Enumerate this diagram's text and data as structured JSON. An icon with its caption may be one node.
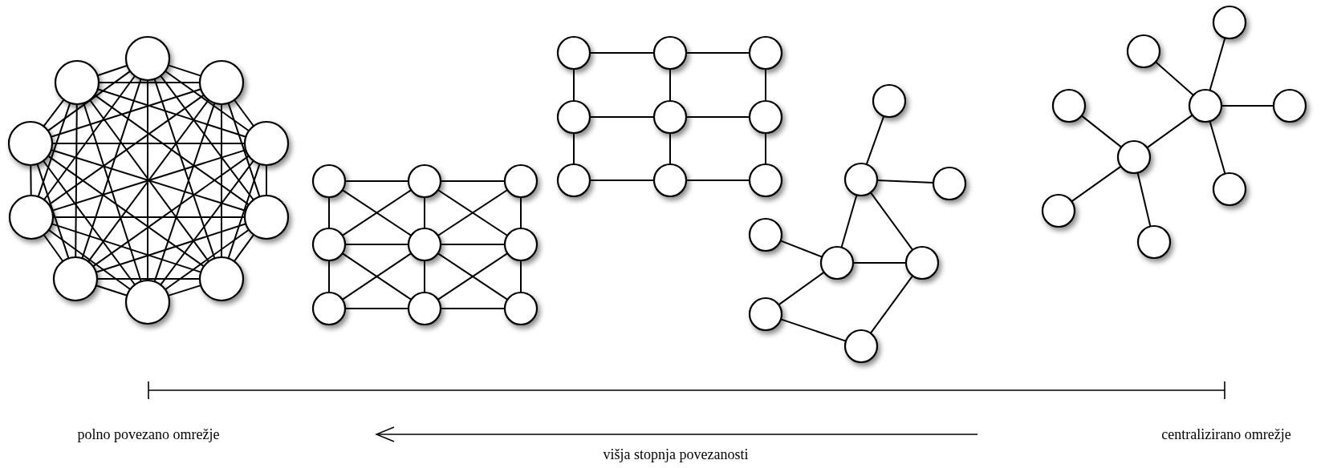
{
  "diagram": {
    "nodes": [
      {
        "text": [],
        "shape": "circle"
      },
      {
        "text": [],
        "shape": "circle"
      },
      {
        "text": [],
        "shape": "circle"
      },
      {
        "text": [],
        "shape": "circle"
      },
      {
        "text": [],
        "shape": "circle"
      },
      {
        "text": [],
        "shape": "circle"
      },
      {
        "text": [],
        "shape": "circle"
      },
      {
        "text": [],
        "shape": "circle"
      },
      {
        "text": [],
        "shape": "circle"
      },
      {
        "text": [],
        "shape": "circle"
      },
      {
        "text": [],
        "shape": "circle"
      },
      {
        "text": [],
        "shape": "circle"
      },
      {
        "text": [],
        "shape": "circle"
      },
      {
        "text": [],
        "shape": "circle"
      },
      {
        "text": [],
        "shape": "circle"
      },
      {
        "text": [],
        "shape": "circle"
      },
      {
        "text": [],
        "shape": "circle"
      },
      {
        "text": [],
        "shape": "circle"
      },
      {
        "text": [],
        "shape": "circle"
      },
      {
        "text": [],
        "shape": "circle"
      },
      {
        "text": [],
        "shape": "circle"
      },
      {
        "text": [],
        "shape": "circle"
      },
      {
        "text": [],
        "shape": "circle"
      },
      {
        "text": [],
        "shape": "circle"
      },
      {
        "text": [],
        "shape": "circle"
      },
      {
        "text": [],
        "shape": "circle"
      },
      {
        "text": [],
        "shape": "circle"
      },
      {
        "text": [],
        "shape": "circle"
      },
      {
        "text": [],
        "shape": "circle"
      },
      {
        "text": [],
        "shape": "circle"
      },
      {
        "text": [],
        "shape": "circle"
      },
      {
        "text": [],
        "shape": "circle"
      },
      {
        "text": [],
        "shape": "circle"
      },
      {
        "text": [],
        "shape": "circle"
      },
      {
        "text": [],
        "shape": "circle"
      },
      {
        "text": [],
        "shape": "circle"
      },
      {
        "text": [],
        "shape": "circle"
      },
      {
        "text": [],
        "shape": "circle"
      },
      {
        "text": [],
        "shape": "circle"
      },
      {
        "text": [],
        "shape": "circle"
      },
      {
        "text": [],
        "shape": "circle"
      },
      {
        "text": [],
        "shape": "circle"
      },
      {
        "text": [],
        "shape": "circle"
      },
      {
        "text": [],
        "shape": "circle"
      },
      {
        "text": [],
        "shape": "circle"
      }
    ],
    "edges": [
      {
        "from": 0,
        "to": 1,
        "arrow": "none"
      },
      {
        "from": 0,
        "to": 2,
        "arrow": "none"
      },
      {
        "from": 0,
        "to": 3,
        "arrow": "none"
      },
      {
        "from": 0,
        "to": 4,
        "arrow": "none"
      },
      {
        "from": 0,
        "to": 5,
        "arrow": "none"
      },
      {
        "from": 0,
        "to": 6,
        "arrow": "none"
      },
      {
        "from": 0,
        "to": 7,
        "arrow": "none"
      },
      {
        "from": 0,
        "to": 8,
        "arrow": "none"
      },
      {
        "from": 0,
        "to": 9,
        "arrow": "none"
      },
      {
        "from": 1,
        "to": 2,
        "arrow": "none"
      },
      {
        "from": 1,
        "to": 3,
        "arrow": "none"
      },
      {
        "from": 1,
        "to": 4,
        "arrow": "none"
      },
      {
        "from": 1,
        "to": 5,
        "arrow": "none"
      },
      {
        "from": 1,
        "to": 6,
        "arrow": "none"
      },
      {
        "from": 1,
        "to": 7,
        "arrow": "none"
      },
      {
        "from": 1,
        "to": 8,
        "arrow": "none"
      },
      {
        "from": 1,
        "to": 9,
        "arrow": "none"
      },
      {
        "from": 2,
        "to": 3,
        "arrow": "none"
      },
      {
        "from": 2,
        "to": 4,
        "arrow": "none"
      },
      {
        "from": 2,
        "to": 5,
        "arrow": "none"
      },
      {
        "from": 2,
        "to": 6,
        "arrow": "none"
      },
      {
        "from": 2,
        "to": 7,
        "arrow": "none"
      },
      {
        "from": 2,
        "to": 8,
        "arrow": "none"
      },
      {
        "from": 2,
        "to": 9,
        "arrow": "none"
      },
      {
        "from": 3,
        "to": 4,
        "arrow": "none"
      },
      {
        "from": 3,
        "to": 5,
        "arrow": "none"
      },
      {
        "from": 3,
        "to": 6,
        "arrow": "none"
      },
      {
        "from": 3,
        "to": 7,
        "arrow": "none"
      },
      {
        "from": 3,
        "to": 8,
        "arrow": "none"
      },
      {
        "from": 3,
        "to": 9,
        "arrow": "none"
      },
      {
        "from": 4,
        "to": 5,
        "arrow": "none"
      },
      {
        "from": 4,
        "to": 6,
        "arrow": "none"
      },
      {
        "from": 4,
        "to": 7,
        "arrow": "none"
      },
      {
        "from": 4,
        "to": 8,
        "arrow": "none"
      },
      {
        "from": 4,
        "to": 9,
        "arrow": "none"
      },
      {
        "from": 5,
        "to": 6,
        "arrow": "none"
      },
      {
        "from": 5,
        "to": 7,
        "arrow": "none"
      },
      {
        "from": 5,
        "to": 8,
        "arrow": "none"
      },
      {
        "from": 5,
        "to": 9,
        "arrow": "none"
      },
      {
        "from": 6,
        "to": 7,
        "arrow": "none"
      },
      {
        "from": 6,
        "to": 8,
        "arrow": "none"
      },
      {
        "from": 6,
        "to": 9,
        "arrow": "none"
      },
      {
        "from": 7,
        "to": 8,
        "arrow": "none"
      },
      {
        "from": 7,
        "to": 9,
        "arrow": "none"
      },
      {
        "from": 8,
        "to": 9,
        "arrow": "none"
      },
      {
        "from": 10,
        "to": 11,
        "arrow": "none"
      },
      {
        "from": 11,
        "to": 12,
        "arrow": "none"
      },
      {
        "from": 13,
        "to": 14,
        "arrow": "none"
      },
      {
        "from": 14,
        "to": 15,
        "arrow": "none"
      },
      {
        "from": 16,
        "to": 17,
        "arrow": "none"
      },
      {
        "from": 17,
        "to": 18,
        "arrow": "none"
      },
      {
        "from": 10,
        "to": 13,
        "arrow": "none"
      },
      {
        "from": 13,
        "to": 16,
        "arrow": "none"
      },
      {
        "from": 11,
        "to": 14,
        "arrow": "none"
      },
      {
        "from": 14,
        "to": 17,
        "arrow": "none"
      },
      {
        "from": 12,
        "to": 15,
        "arrow": "none"
      },
      {
        "from": 15,
        "to": 18,
        "arrow": "none"
      },
      {
        "from": 10,
        "to": 14,
        "arrow": "none"
      },
      {
        "from": 11,
        "to": 13,
        "arrow": "none"
      },
      {
        "from": 11,
        "to": 15,
        "arrow": "none"
      },
      {
        "from": 12,
        "to": 14,
        "arrow": "none"
      },
      {
        "from": 13,
        "to": 17,
        "arrow": "none"
      },
      {
        "from": 14,
        "to": 16,
        "arrow": "none"
      },
      {
        "from": 14,
        "to": 18,
        "arrow": "none"
      },
      {
        "from": 15,
        "to": 17,
        "arrow": "none"
      },
      {
        "from": 19,
        "to": 20,
        "arrow": "none"
      },
      {
        "from": 20,
        "to": 21,
        "arrow": "none"
      },
      {
        "from": 22,
        "to": 23,
        "arrow": "none"
      },
      {
        "from": 23,
        "to": 24,
        "arrow": "none"
      },
      {
        "from": 25,
        "to": 26,
        "arrow": "none"
      },
      {
        "from": 26,
        "to": 27,
        "arrow": "none"
      },
      {
        "from": 19,
        "to": 22,
        "arrow": "none"
      },
      {
        "from": 22,
        "to": 25,
        "arrow": "none"
      },
      {
        "from": 20,
        "to": 23,
        "arrow": "none"
      },
      {
        "from": 23,
        "to": 26,
        "arrow": "none"
      },
      {
        "from": 21,
        "to": 24,
        "arrow": "none"
      },
      {
        "from": 24,
        "to": 27,
        "arrow": "none"
      },
      {
        "from": 28,
        "to": 29,
        "arrow": "none"
      },
      {
        "from": 29,
        "to": 30,
        "arrow": "none"
      },
      {
        "from": 29,
        "to": 32,
        "arrow": "none"
      },
      {
        "from": 29,
        "to": 33,
        "arrow": "none"
      },
      {
        "from": 31,
        "to": 32,
        "arrow": "none"
      },
      {
        "from": 32,
        "to": 33,
        "arrow": "none"
      },
      {
        "from": 32,
        "to": 34,
        "arrow": "none"
      },
      {
        "from": 34,
        "to": 35,
        "arrow": "none"
      },
      {
        "from": 35,
        "to": 33,
        "arrow": "none"
      },
      {
        "from": 39,
        "to": 36,
        "arrow": "none"
      },
      {
        "from": 39,
        "to": 37,
        "arrow": "none"
      },
      {
        "from": 39,
        "to": 40,
        "arrow": "none"
      },
      {
        "from": 39,
        "to": 42,
        "arrow": "none"
      },
      {
        "from": 39,
        "to": 41,
        "arrow": "none"
      },
      {
        "from": 41,
        "to": 38,
        "arrow": "none"
      },
      {
        "from": 41,
        "to": 43,
        "arrow": "none"
      },
      {
        "from": 41,
        "to": 44,
        "arrow": "none"
      }
    ],
    "labels": [
      "polno povezano omrežje",
      "centralizirano omrežje",
      "višja stopnja povezanosti"
    ]
  }
}
